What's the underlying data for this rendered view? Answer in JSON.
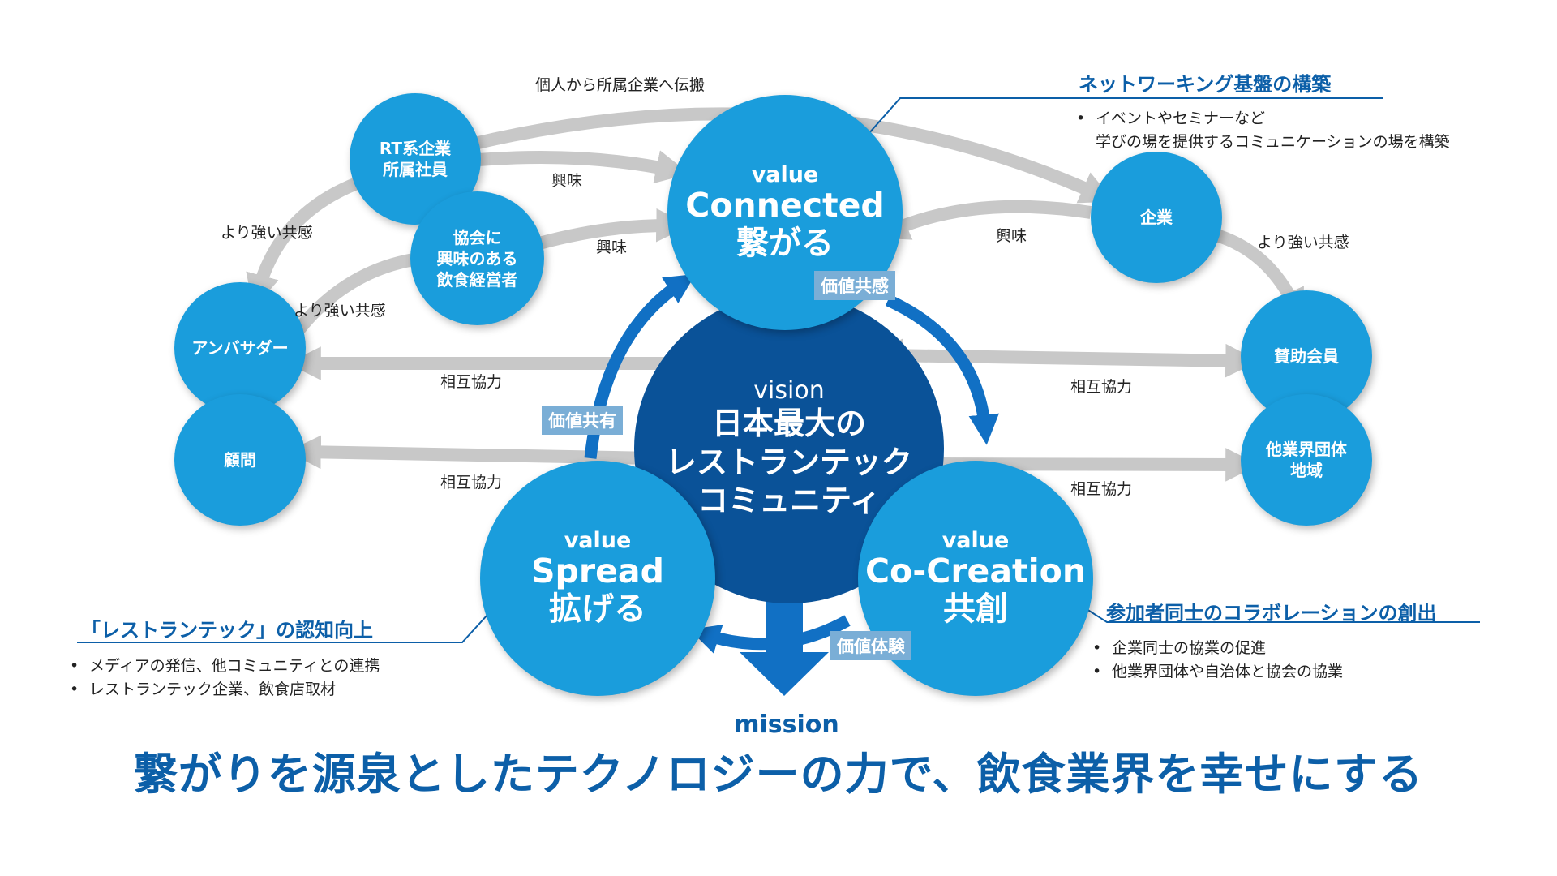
{
  "vision": {
    "sub": "vision",
    "title": "日本最大の\nレストランテック\nコミュニティ"
  },
  "values": {
    "connected": {
      "sub": "value",
      "name": "Connected",
      "jp": "繋がる"
    },
    "spread": {
      "sub": "value",
      "name": "Spread",
      "jp": "拡げる"
    },
    "cocreation": {
      "sub": "value",
      "name": "Co-Creation",
      "jp": "共創"
    }
  },
  "nodes": {
    "rt_employee": "RT系企業\n所属社員",
    "assoc_interest": "協会に\n興味のある\n飲食経営者",
    "ambassador": "アンバサダー",
    "advisor": "顧問",
    "company": "企業",
    "sponsor": "賛助会員",
    "other_industry": "他業界団体\n地域"
  },
  "labels": {
    "personal_to_company": "個人から所属企業へ伝搬",
    "interest_1": "興味",
    "interest_2": "興味",
    "interest_3": "興味",
    "stronger_left_1": "より強い共感",
    "stronger_left_2": "より強い共感",
    "stronger_right": "より強い共感",
    "mutual_1": "相互協力",
    "mutual_2": "相互協力",
    "mutual_3": "相互協力",
    "mutual_4": "相互協力"
  },
  "badges": {
    "value_empathy": "価値共感",
    "value_share": "価値共有",
    "value_experience": "価値体験"
  },
  "callouts": {
    "networking": {
      "heading": "ネットワーキング基盤の構築",
      "bullets": [
        "イベントやセミナーなど\n学びの場を提供するコミュニケーションの場を構築"
      ]
    },
    "awareness": {
      "heading": "「レストランテック」の認知向上",
      "bullets": [
        "メディアの発信、他コミュニティとの連携",
        "レストランテック企業、飲食店取材"
      ]
    },
    "collaboration": {
      "heading": "参加者同士のコラボレーションの創出",
      "bullets": [
        "企業同士の協業の促進",
        "他業界団体や自治体と協会の協業"
      ]
    }
  },
  "mission": {
    "sub": "mission",
    "text": "繋がりを源泉としたテクノロジーの力で、飲食業界を幸せにする"
  },
  "colors": {
    "light_circle": "#1a9ddc",
    "dark_circle": "#0a5298",
    "arrow_gray": "#c8c8c8",
    "arrow_blue": "#1170c4",
    "heading_blue": "#0c5fa8",
    "badge": "#7aaed6"
  }
}
